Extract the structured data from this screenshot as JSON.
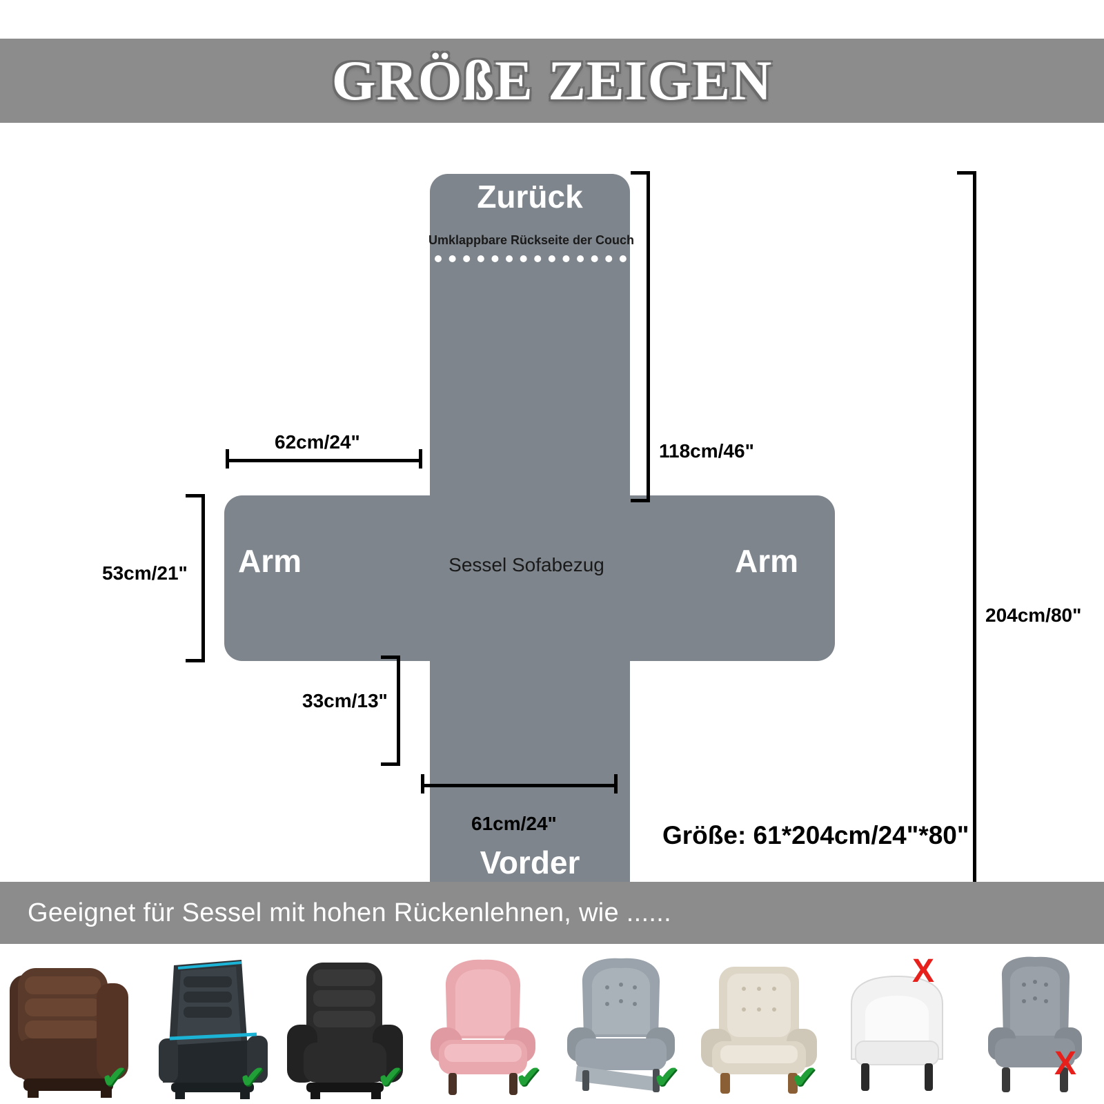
{
  "header": {
    "title": "GRÖSSE ZEIGEN",
    "title_display": "GRÖßE ZEIGEN"
  },
  "diagram": {
    "labels": {
      "back": "Zurück",
      "front": "Vorder",
      "arm_left": "Arm",
      "arm_right": "Arm",
      "center": "Sessel Sofabezug",
      "fold_note": "Umklappbare Rückseite der Couch"
    },
    "dimensions": {
      "back_height": "118cm/46\"",
      "total_height": "204cm/80\"",
      "top_width": "62cm/24\"",
      "arm_height": "53cm/21\"",
      "front_height": "33cm/13\"",
      "bottom_width": "61cm/24\""
    },
    "size_summary": "Größe: 61*204cm/24\"*80\"",
    "shape_color": "#7e858c"
  },
  "footer": {
    "title": "Geeignet für Sessel mit hohen Rückenlehnen, wie ......"
  },
  "chairs": [
    {
      "name": "brown-fabric-recliner",
      "mark": "check",
      "mark_symbol": "✔",
      "body": "#4b2f22",
      "accent": "#3a2319",
      "legs": "#2b1a12"
    },
    {
      "name": "black-blue-gaming-recliner",
      "mark": "check",
      "mark_symbol": "✔",
      "body": "#2e3438",
      "accent": "#1bb3d6",
      "legs": "#1a1f22"
    },
    {
      "name": "black-leather-recliner",
      "mark": "check",
      "mark_symbol": "✔",
      "body": "#2b2b2b",
      "accent": "#1a1a1a",
      "legs": "#151515"
    },
    {
      "name": "pink-wingback-armchair",
      "mark": "check",
      "mark_symbol": "✔",
      "body": "#e9a8ae",
      "accent": "#d9949b",
      "legs": "#4a3326"
    },
    {
      "name": "grey-tufted-recliner",
      "mark": "check",
      "mark_symbol": "✔",
      "body": "#9aa3ab",
      "accent": "#858e96",
      "legs": "#4a4f53"
    },
    {
      "name": "beige-tufted-armchair",
      "mark": "check",
      "mark_symbol": "✔",
      "body": "#ddd5c6",
      "accent": "#c9c0ae",
      "legs": "#8a5f35"
    },
    {
      "name": "white-tub-chair",
      "mark": "x",
      "mark_symbol": "X",
      "body": "#f2f2f2",
      "accent": "#e2e2e2",
      "legs": "#2a2a2a"
    },
    {
      "name": "grey-velvet-wing-chair",
      "mark": "x",
      "mark_symbol": "X",
      "body": "#8e949b",
      "accent": "#787f86",
      "legs": "#3a3a3a"
    }
  ],
  "colors": {
    "banner": "#8c8c8c",
    "check": "#21a038",
    "cross": "#e8201c",
    "line": "#000000"
  }
}
